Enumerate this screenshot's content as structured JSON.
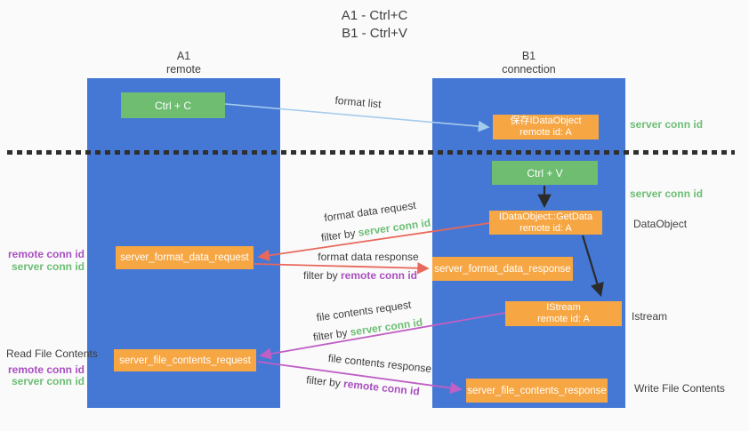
{
  "title": {
    "line1": "A1 - Ctrl+C",
    "line2": "B1 - Ctrl+V"
  },
  "lifelines": {
    "a1": {
      "name": "A1",
      "subtitle": "remote"
    },
    "b1": {
      "name": "B1",
      "subtitle": "connection"
    }
  },
  "nodes": {
    "ctrl_c": {
      "label": "Ctrl + C"
    },
    "save_idataobject": {
      "line1": "保存IDataObject",
      "line2": "remote id: A"
    },
    "ctrl_v": {
      "label": "Ctrl + V"
    },
    "getdata": {
      "line1": "IDataObject::GetData",
      "line2": "remote id: A"
    },
    "server_format_data_request": {
      "label": "server_format_data_request"
    },
    "server_format_data_response": {
      "label": "server_format_data_response"
    },
    "istream": {
      "line1": "IStream",
      "line2": "remote id: A"
    },
    "server_file_contents_request": {
      "label": "server_file_contents_request"
    },
    "server_file_contents_response": {
      "label": "server_file_contents_response"
    }
  },
  "arrow_labels": {
    "format_list": "format list",
    "format_data_request": "format data request",
    "format_data_response": "format data response",
    "file_contents_request": "file contents request",
    "file_contents_response": "file contents response",
    "filter_by": "filter by ",
    "server_conn_id": "server conn id",
    "remote_conn_id": "remote conn id"
  },
  "side_labels": {
    "right_server_conn_id_top": "server conn id",
    "right_server_conn_id_mid": "server conn id",
    "right_dataobject": "DataObject",
    "right_istream": "Istream",
    "right_write_file_contents": "Write File Contents",
    "left_remote_conn_id_top": "remote conn id",
    "left_server_conn_id_top": "server conn id",
    "left_read_file_contents": "Read File Contents",
    "left_remote_conn_id_bottom": "remote conn id",
    "left_server_conn_id_bottom": "server conn id"
  },
  "colors": {
    "lifeline_blue": "#4478D4",
    "box_green": "#6EBD70",
    "box_orange": "#F6A643",
    "arrow_light_blue": "#A5CBEE",
    "arrow_salmon": "#E8685C",
    "arrow_magenta": "#C05FC5",
    "arrow_black": "#2B2B2B",
    "label_green": "#6CBE74",
    "label_purple": "#A94FC0",
    "text_dark": "#3F3F3F",
    "background": "#FAFAFA"
  }
}
